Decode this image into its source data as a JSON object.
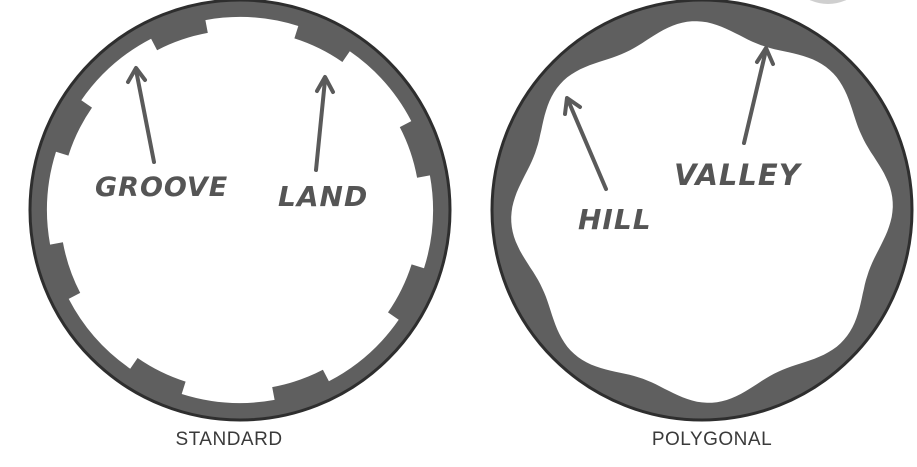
{
  "standard": {
    "groove_label": "GROOVE",
    "land_label": "LAND",
    "caption": "STANDARD"
  },
  "polygonal": {
    "hill_label": "HILL",
    "valley_label": "VALLEY",
    "caption": "POLYGONAL"
  },
  "colors": {
    "barrel": "#5f5f5f",
    "barrel_edge": "#2e2e2e",
    "bore": "#ffffff",
    "ink": "#555555"
  }
}
